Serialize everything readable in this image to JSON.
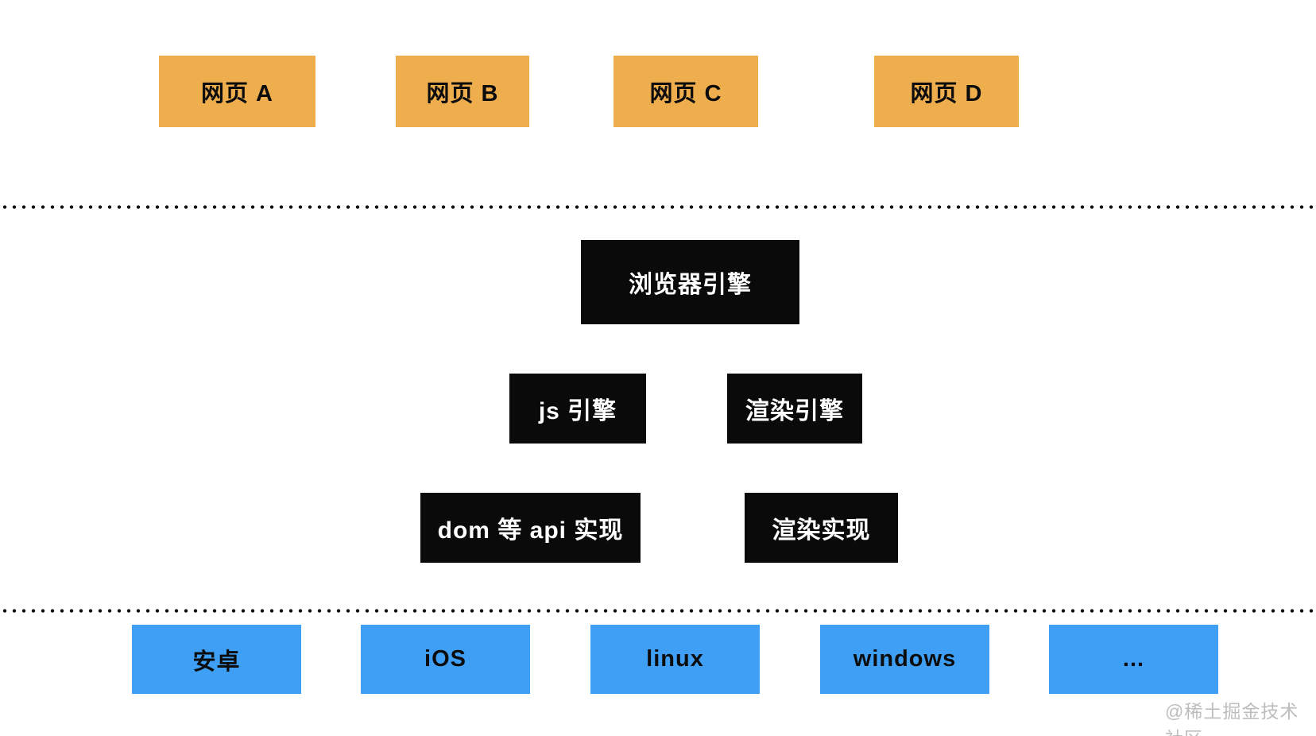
{
  "diagram": {
    "title_implicit": "",
    "web_pages": [
      {
        "label": "网页 A"
      },
      {
        "label": "网页 B"
      },
      {
        "label": "网页 C"
      },
      {
        "label": "网页 D"
      }
    ],
    "browser_engine": {
      "label": "浏览器引擎"
    },
    "engine_parts": [
      {
        "label": "js 引擎"
      },
      {
        "label": "渲染引擎"
      }
    ],
    "implementations": [
      {
        "label": "dom 等 api 实现"
      },
      {
        "label": "渲染实现"
      }
    ],
    "platforms": [
      {
        "label": "安卓"
      },
      {
        "label": "iOS"
      },
      {
        "label": "linux"
      },
      {
        "label": "windows"
      },
      {
        "label": "..."
      }
    ],
    "watermark": "@稀土掘金技术社区",
    "colors": {
      "web_page_box": "#EFAE4E",
      "engine_box": "#0A0A0A",
      "engine_text": "#FFFFFF",
      "platform_box": "#3E9FF4",
      "separator_dots": "#111111",
      "watermark_text": "#BDBDBD",
      "background": "#FFFFFF"
    }
  }
}
